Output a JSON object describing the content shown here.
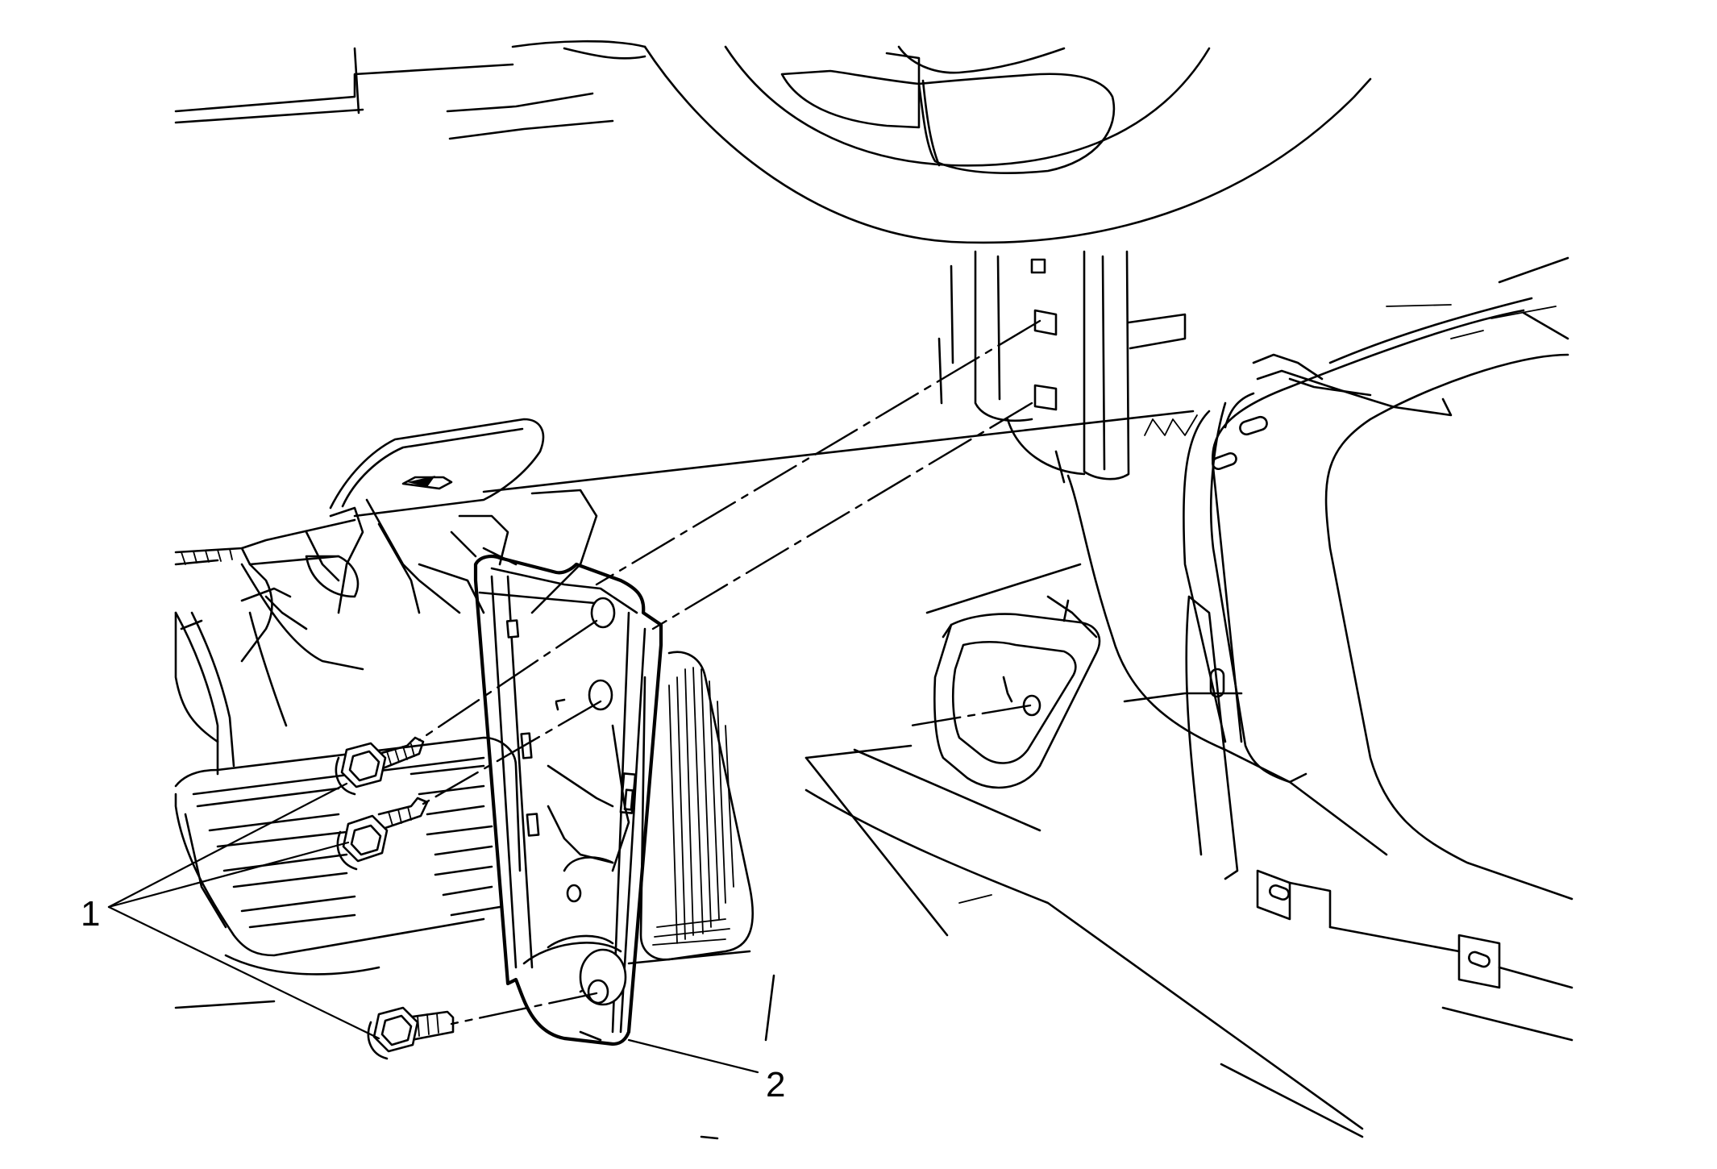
{
  "callouts": [
    {
      "id": "fasteners",
      "label": "1"
    },
    {
      "id": "bracket",
      "label": "2"
    }
  ],
  "colors": {
    "ink": "#000000",
    "background": "#ffffff"
  }
}
